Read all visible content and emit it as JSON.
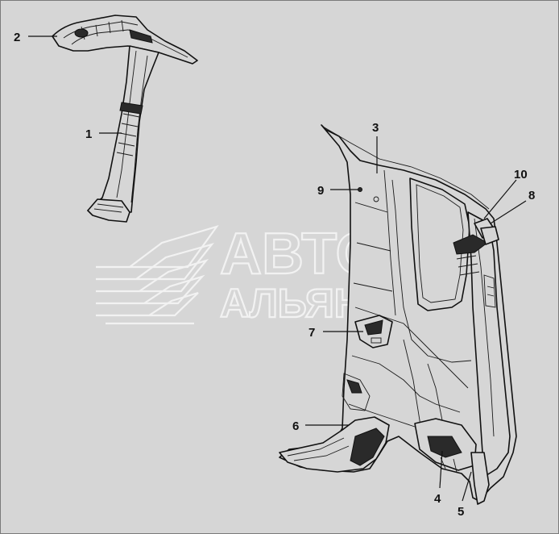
{
  "watermark": {
    "line1": "АВТО",
    "line2": "АЛЬЯНС",
    "color": "#f2f2f2"
  },
  "callouts": [
    {
      "id": "1",
      "label": "1"
    },
    {
      "id": "2",
      "label": "2"
    },
    {
      "id": "3",
      "label": "3"
    },
    {
      "id": "4",
      "label": "4"
    },
    {
      "id": "5",
      "label": "5"
    },
    {
      "id": "6",
      "label": "6"
    },
    {
      "id": "7",
      "label": "7"
    },
    {
      "id": "8",
      "label": "8"
    },
    {
      "id": "9",
      "label": "9"
    },
    {
      "id": "10",
      "label": "10"
    }
  ],
  "colors": {
    "background": "#d6d6d6",
    "line": "#111111"
  }
}
